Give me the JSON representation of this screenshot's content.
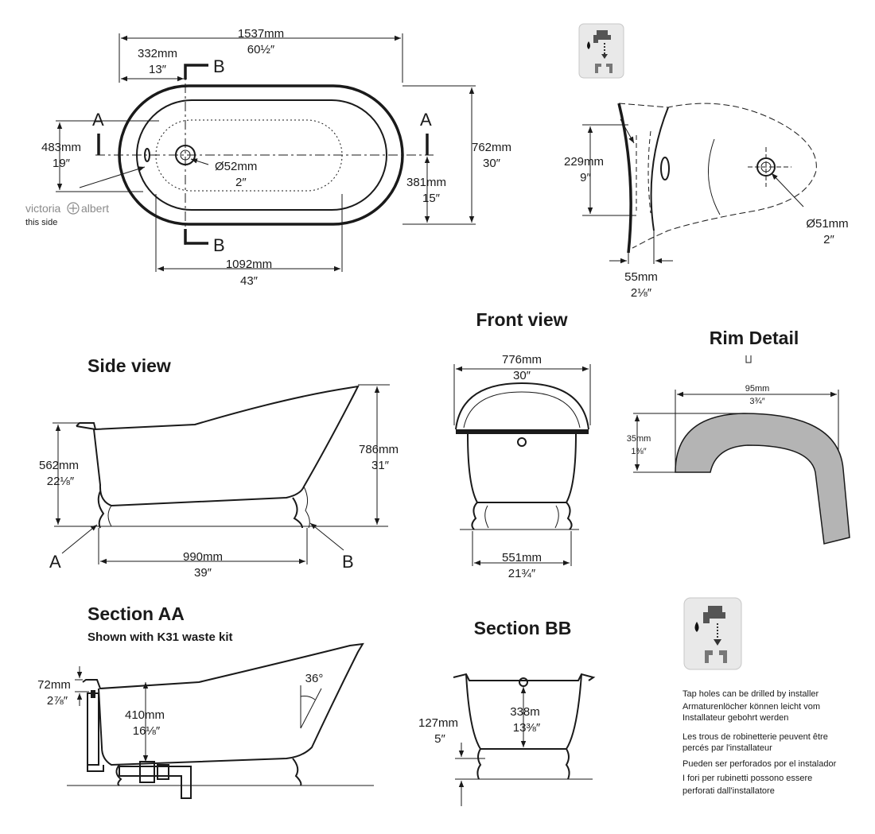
{
  "plan": {
    "overall_length_mm": "1537mm",
    "overall_length_in": "60½″",
    "offset_mm": "332mm",
    "offset_in": "13″",
    "section_b": "B",
    "section_a": "A",
    "width_mm": "762mm",
    "width_in": "30″",
    "waste_offset_mm": "483mm",
    "waste_offset_in": "19″",
    "half_width_mm": "381mm",
    "half_width_in": "15″",
    "waste_dia_mm": "Ø52mm",
    "waste_dia_in": "2″",
    "inner_length_mm": "1092mm",
    "inner_length_in": "43″",
    "brand_left": "victoria",
    "brand_right": "albert",
    "brand_note": "this side"
  },
  "tap_detail": {
    "height_mm": "229mm",
    "height_in": "9″",
    "rim_mm": "55mm",
    "rim_in": "2⅛″",
    "hole_dia_mm": "Ø51mm",
    "hole_dia_in": "2″"
  },
  "front_view": {
    "title": "Front view",
    "top_mm": "776mm",
    "top_in": "30″",
    "base_mm": "551mm",
    "base_in": "21¾″"
  },
  "rim_detail": {
    "title": "Rim Detail",
    "width_mm": "95mm",
    "width_in": "3¾″",
    "height_mm": "35mm",
    "height_in": "1⅜″"
  },
  "side_view": {
    "title": "Side view",
    "height_low_mm": "562mm",
    "height_low_in": "22⅛″",
    "height_high_mm": "786mm",
    "height_high_in": "31″",
    "feet_mm": "990mm",
    "feet_in": "39″",
    "label_a": "A",
    "label_b": "B"
  },
  "section_aa": {
    "title": "Section AA",
    "subtitle": "Shown with K31 waste kit",
    "rim_mm": "72mm",
    "rim_in": "2⅞″",
    "depth_mm": "410mm",
    "depth_in": "16⅛″",
    "angle": "36°"
  },
  "section_bb": {
    "title": "Section BB",
    "clear_mm": "127mm",
    "clear_in": "5″",
    "depth_mm": "338m",
    "depth_in": "13⅜″"
  },
  "tap_note": [
    "Tap holes can be drilled by installer",
    "Armaturenlöcher können leicht vom",
    "Installateur gebohrt werden",
    "Les trous de robinetterie peuvent être",
    "percés par l'installateur",
    "Pueden ser perforados por el instalador",
    "I fori per rubinetti possono essere",
    "perforati dall'installatore"
  ],
  "colors": {
    "ink": "#1a1a1a",
    "rim_fill": "#b4b4b4",
    "icon_bg": "#e9e9e9",
    "brand": "#8a8a8a"
  },
  "icons": [
    "tap-drilling-icon"
  ]
}
